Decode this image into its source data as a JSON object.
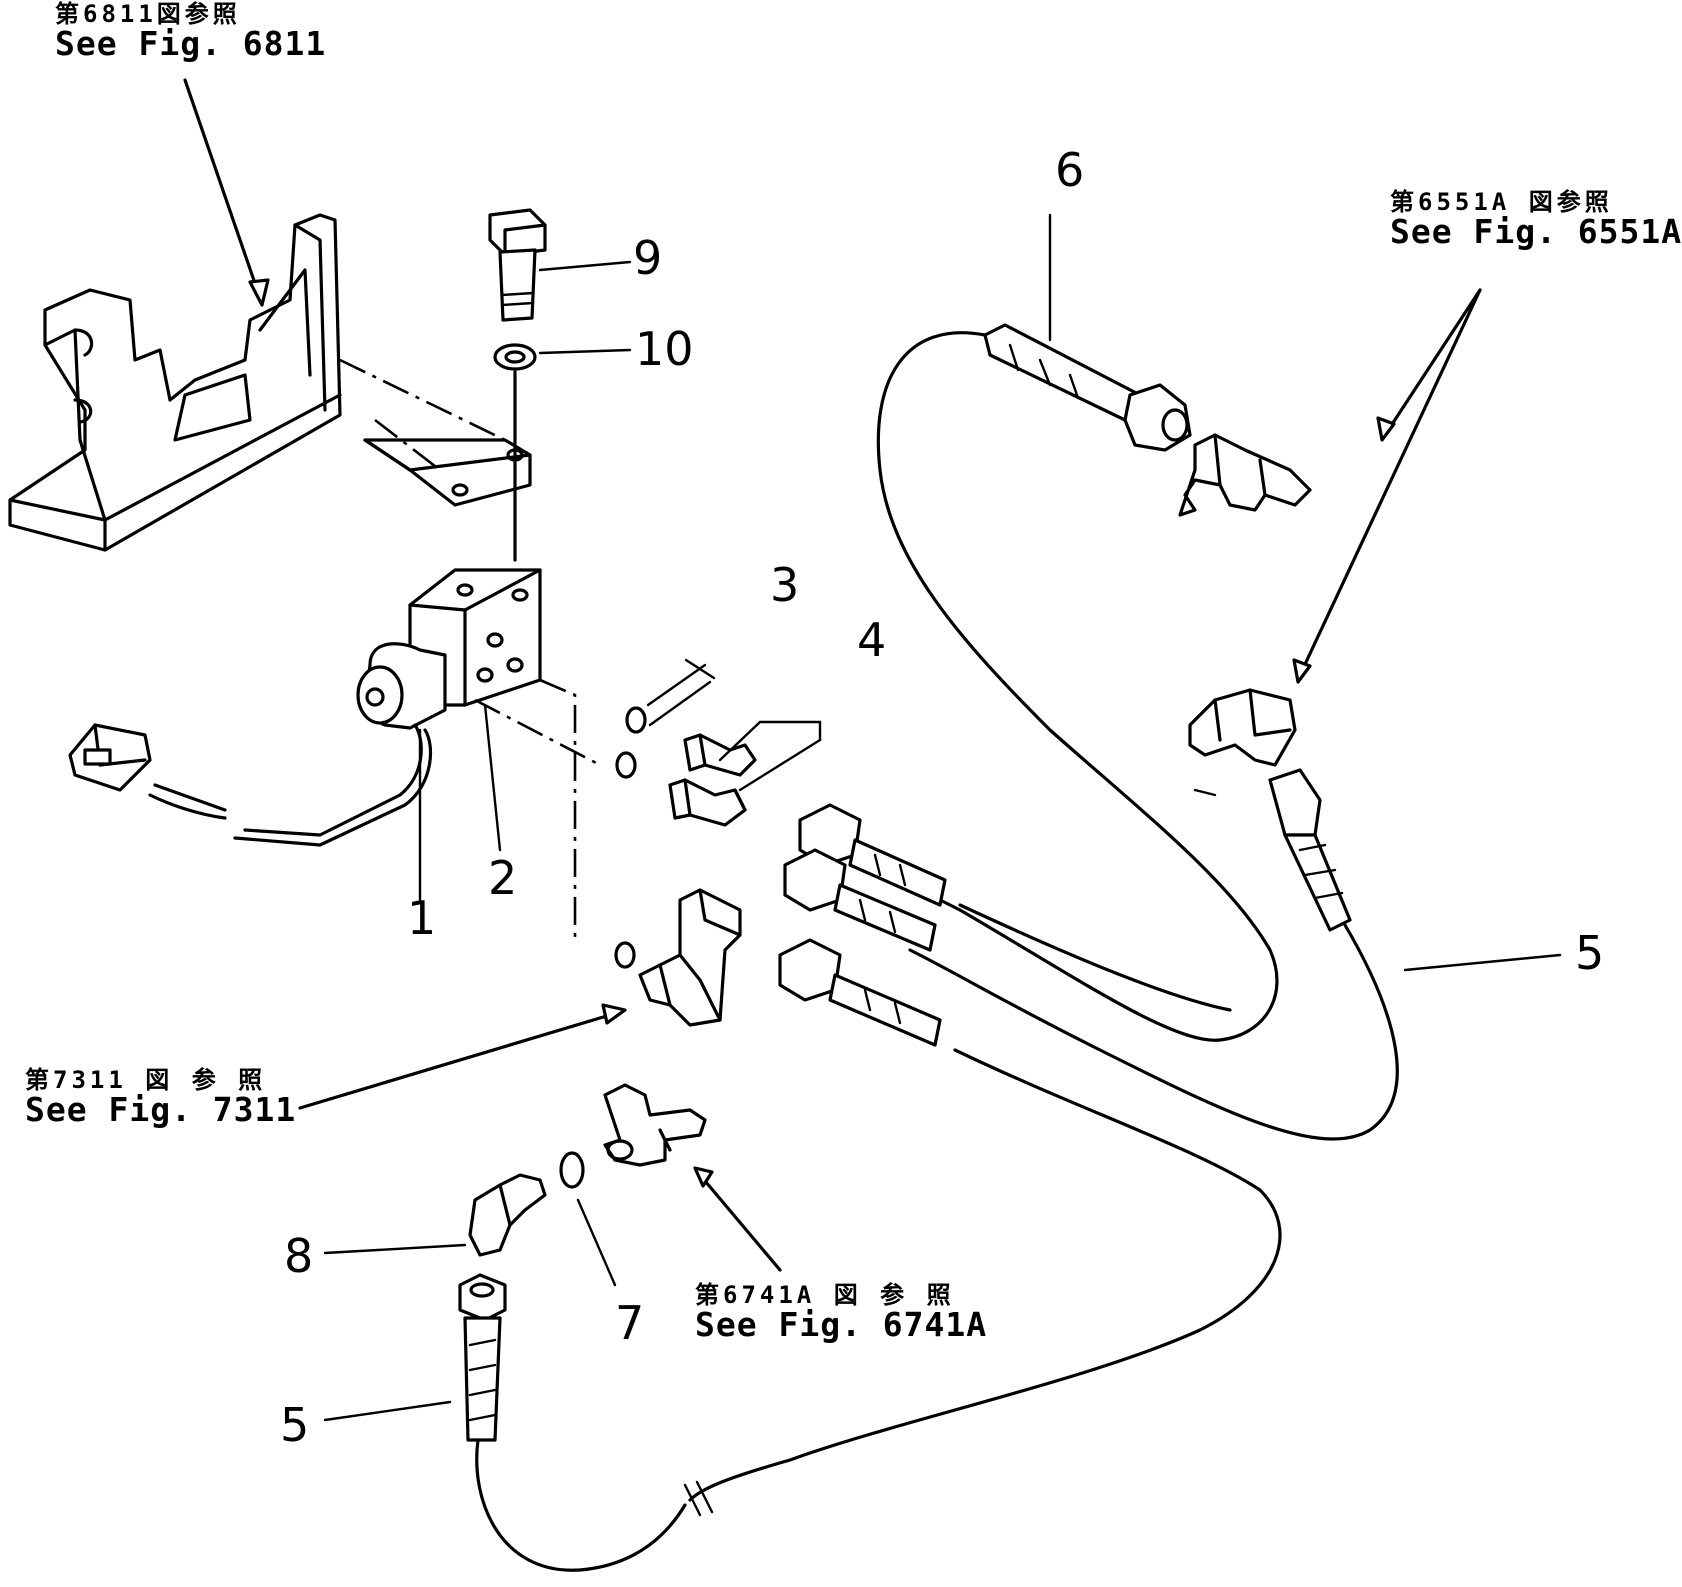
{
  "refs": {
    "fig6811": {
      "jp": "第6811図参照",
      "en": "See  Fig. 6811"
    },
    "fig6551a": {
      "jp": "第6551A 図参照",
      "en": "See Fig. 6551A"
    },
    "fig7311": {
      "jp": "第7311 図 参 照",
      "en": "See Fig. 7311"
    },
    "fig6741a": {
      "jp": "第6741A 図 参 照",
      "en": "See Fig. 6741A"
    }
  },
  "callouts": {
    "c1": "1",
    "c2": "2",
    "c3": "3",
    "c4": "4",
    "c5a": "5",
    "c5b": "5",
    "c6": "6",
    "c7": "7",
    "c8": "8",
    "c9": "9",
    "c10": "10"
  },
  "colors": {
    "ink": "#000000",
    "paper": "#ffffff"
  }
}
